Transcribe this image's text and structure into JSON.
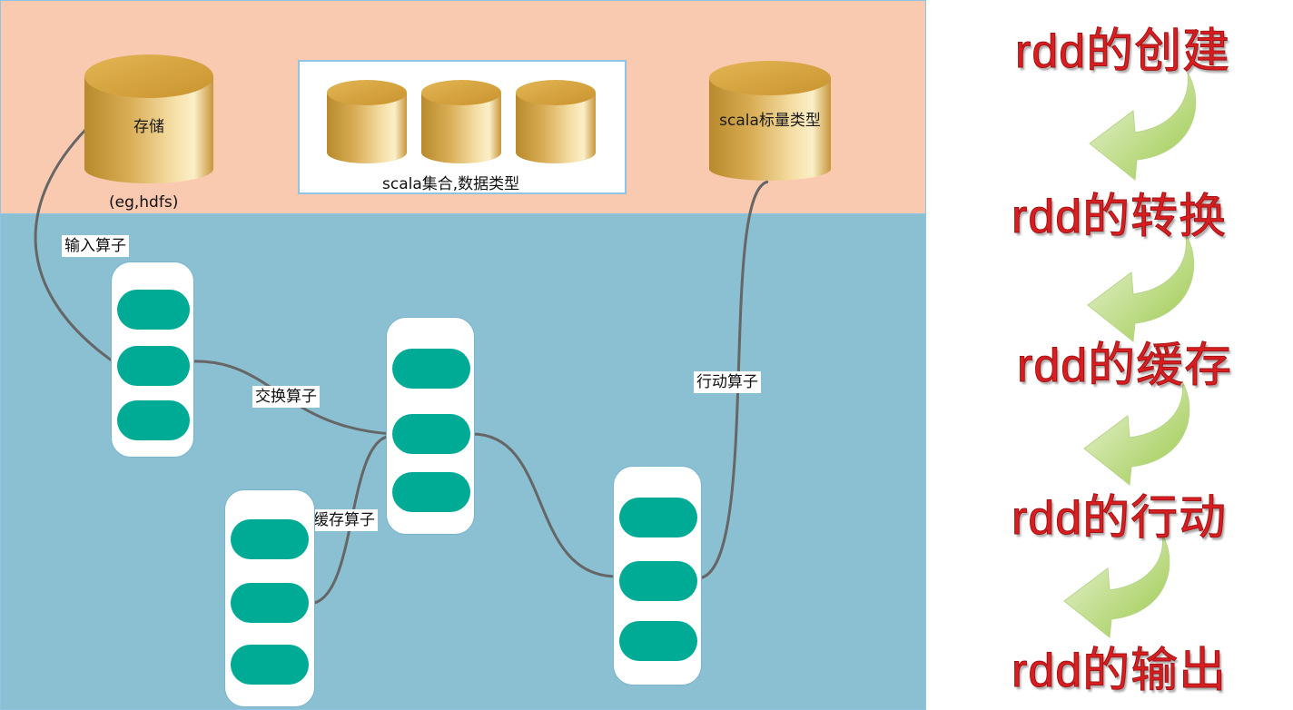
{
  "storage": {
    "title": "存储",
    "caption": "(eg,hdfs)"
  },
  "collection": {
    "caption": "scala集合,数据类型"
  },
  "scalar": {
    "title": "scala标量类型"
  },
  "operators": {
    "input": "输入算子",
    "transform": "交换算子",
    "cache": "缓存算子",
    "action": "行动算子"
  },
  "flow": [
    "rdd的创建",
    "rdd的转换",
    "rdd的缓存",
    "rdd的行动",
    "rdd的输出"
  ],
  "colors": {
    "top_band": "#f9c9b0",
    "bottom_band": "#8bbfd2",
    "partition": "#00ab95",
    "flow_text": "#d81e20",
    "arrow": "#9bc94a"
  }
}
